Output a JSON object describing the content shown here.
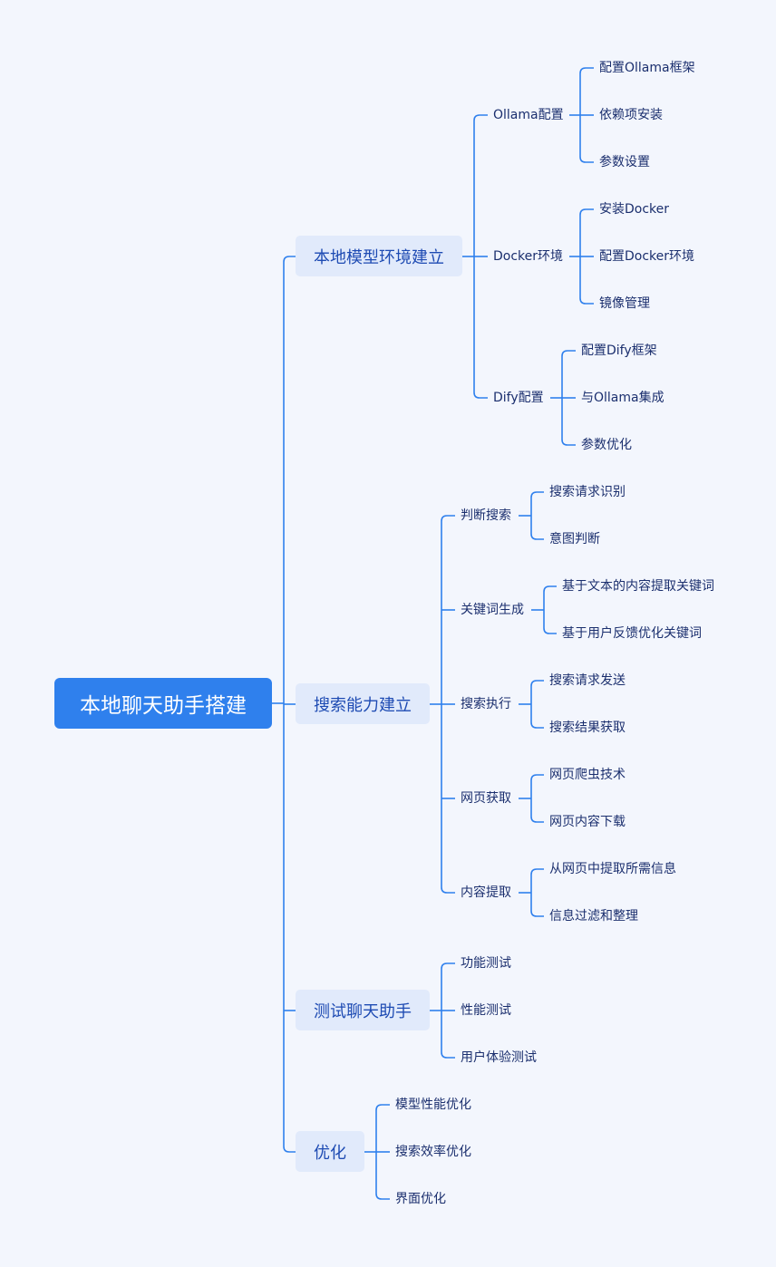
{
  "colors": {
    "background": "#f3f6fd",
    "root_fill": "#2f80ed",
    "branch_fill": "#e1eafb",
    "branch_text": "#1e4bb3",
    "leaf_text": "#1b2f6e",
    "line": "#2f80ed"
  },
  "root": {
    "label": "本地聊天助手搭建"
  },
  "branches": [
    {
      "label": "本地模型环境建立",
      "children": [
        {
          "label": "Ollama配置",
          "children": [
            {
              "label": "配置Ollama框架"
            },
            {
              "label": "依赖项安装"
            },
            {
              "label": "参数设置"
            }
          ]
        },
        {
          "label": "Docker环境",
          "children": [
            {
              "label": "安装Docker"
            },
            {
              "label": "配置Docker环境"
            },
            {
              "label": "镜像管理"
            }
          ]
        },
        {
          "label": "Dify配置",
          "children": [
            {
              "label": "配置Dify框架"
            },
            {
              "label": "与Ollama集成"
            },
            {
              "label": "参数优化"
            }
          ]
        }
      ]
    },
    {
      "label": "搜索能力建立",
      "children": [
        {
          "label": "判断搜索",
          "children": [
            {
              "label": "搜索请求识别"
            },
            {
              "label": "意图判断"
            }
          ]
        },
        {
          "label": "关键词生成",
          "children": [
            {
              "label": "基于文本的内容提取关键词"
            },
            {
              "label": "基于用户反馈优化关键词"
            }
          ]
        },
        {
          "label": "搜索执行",
          "children": [
            {
              "label": "搜索请求发送"
            },
            {
              "label": "搜索结果获取"
            }
          ]
        },
        {
          "label": "网页获取",
          "children": [
            {
              "label": "网页爬虫技术"
            },
            {
              "label": "网页内容下载"
            }
          ]
        },
        {
          "label": "内容提取",
          "children": [
            {
              "label": "从网页中提取所需信息"
            },
            {
              "label": "信息过滤和整理"
            }
          ]
        }
      ]
    },
    {
      "label": "测试聊天助手",
      "children": [
        {
          "label": "功能测试"
        },
        {
          "label": "性能测试"
        },
        {
          "label": "用户体验测试"
        }
      ]
    },
    {
      "label": "优化",
      "children": [
        {
          "label": "模型性能优化"
        },
        {
          "label": "搜索效率优化"
        },
        {
          "label": "界面优化"
        }
      ]
    }
  ]
}
